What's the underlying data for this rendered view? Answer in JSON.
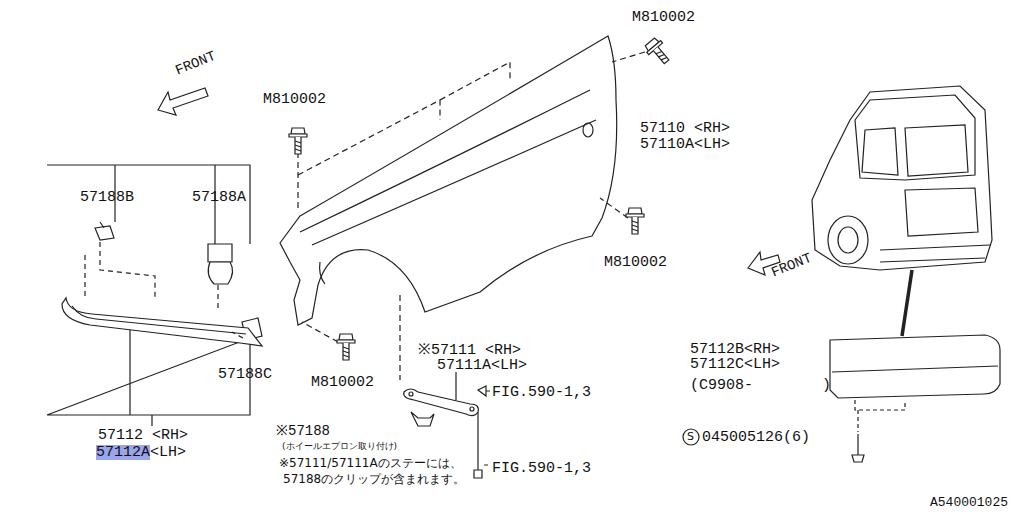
{
  "diagram": {
    "labels": [
      "FRONT",
      "M810002",
      "M810002",
      "57110 <RH>",
      "57110A<LH>",
      "57188B",
      "57188A",
      "M810002",
      "FRONT",
      "57188C",
      "M810002",
      "※57111 <RH>",
      "57111A<LH>",
      "FIG.590-1,3",
      "57112B<RH>",
      "57112C<LH>",
      "(C9908-",
      ")",
      "※57188",
      "(ホイールエプロン取り付け)",
      "S",
      "045005126(6)",
      "57112 <RH>",
      "57112A",
      "<LH>",
      "FIG.590-1,3",
      "※57111/57111Aのステーには、",
      "57188のクリップが含まれます。",
      "A540001025"
    ]
  }
}
